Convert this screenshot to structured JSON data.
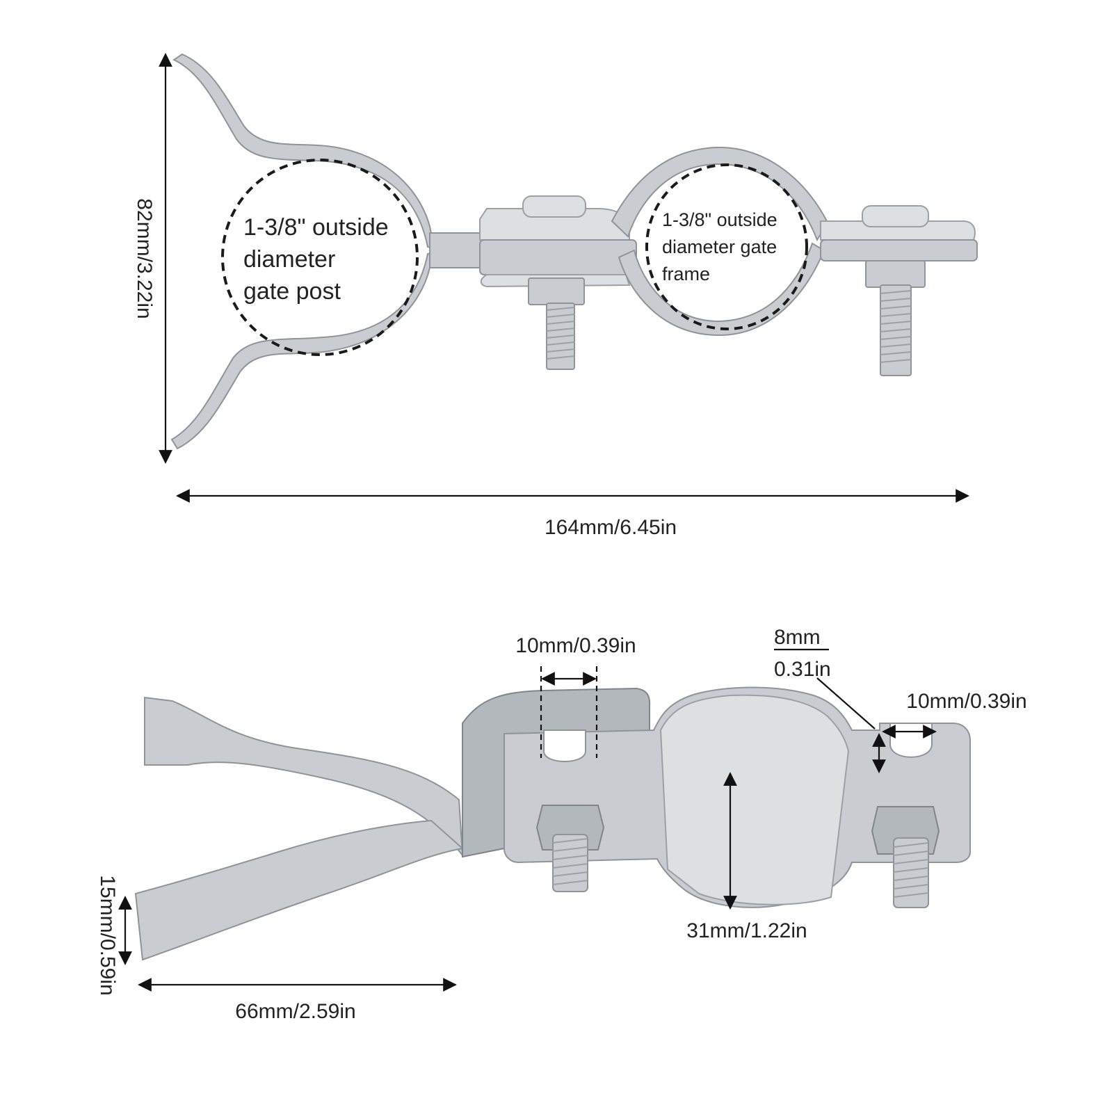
{
  "top_view": {
    "post_label": [
      "1-3/8\" outside",
      "diameter",
      "gate post"
    ],
    "frame_label": [
      "1-3/8\" outside",
      "diameter gate",
      "frame"
    ],
    "height_label": "82mm/3.22in",
    "width_label": "164mm/6.45in"
  },
  "side_view": {
    "slot_width_label": "10mm/0.39in",
    "thickness_label_top": "8mm",
    "thickness_label_bottom": "0.31in",
    "slot_width_label_right": "10mm/0.39in",
    "clamp_height_label": "31mm/1.22in",
    "arm_width_label": "15mm/0.59in",
    "arm_length_label": "66mm/2.59in"
  },
  "colors": {
    "metal": "#c9cdd1",
    "background": "#ffffff",
    "text": "#222222"
  }
}
